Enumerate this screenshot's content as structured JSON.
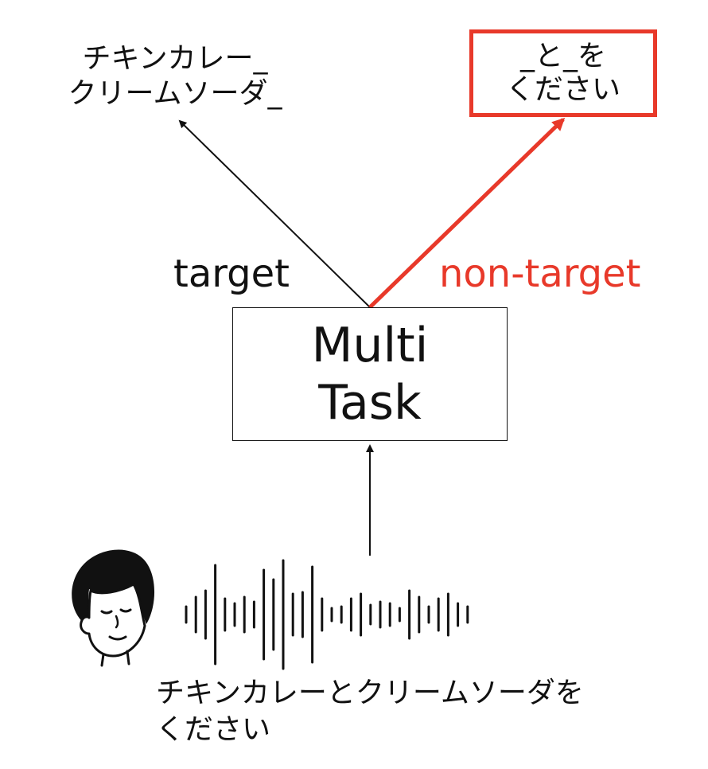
{
  "target_output": {
    "line1": "チキンカレー_",
    "line2": "クリームソーダ_"
  },
  "non_target_output": {
    "line1": "_と_を",
    "line2": "ください"
  },
  "labels": {
    "target": "target",
    "non_target": "non-target"
  },
  "model": {
    "line1": "Multi",
    "line2": "Task"
  },
  "input_text": {
    "line1": "チキンカレーとクリームソーダを",
    "line2": "ください"
  },
  "colors": {
    "highlight": "#e8392a",
    "ink": "#111111"
  },
  "icons": {
    "speaker": "person-face-icon",
    "audio": "waveform-icon"
  }
}
